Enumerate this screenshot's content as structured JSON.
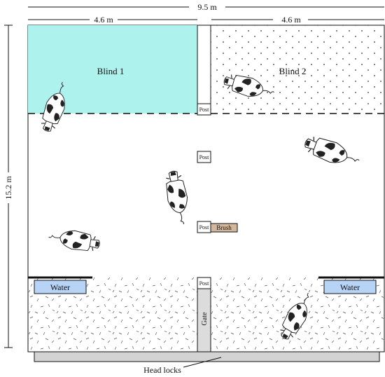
{
  "dimensions": {
    "total_width": "9.5 m",
    "left_width": "4.6 m",
    "right_width": "4.6 m",
    "height": "15.2 m"
  },
  "areas": {
    "blind1": "Blind 1",
    "blind2": "Blind 2"
  },
  "posts": {
    "post1": "Post",
    "post2": "Post",
    "post3": "Post",
    "post4": "Post"
  },
  "brush": "Brush",
  "water_left": "Water",
  "water_right": "Water",
  "gate": "Gate",
  "head_locks": "Head locks",
  "colors": {
    "blind1_fill": "#aef2ee",
    "water_fill": "#b7d4f7",
    "brush_fill": "#d2b79c",
    "gate_fill": "#dcdcdc",
    "headlocks_fill": "#d3d3d3"
  }
}
